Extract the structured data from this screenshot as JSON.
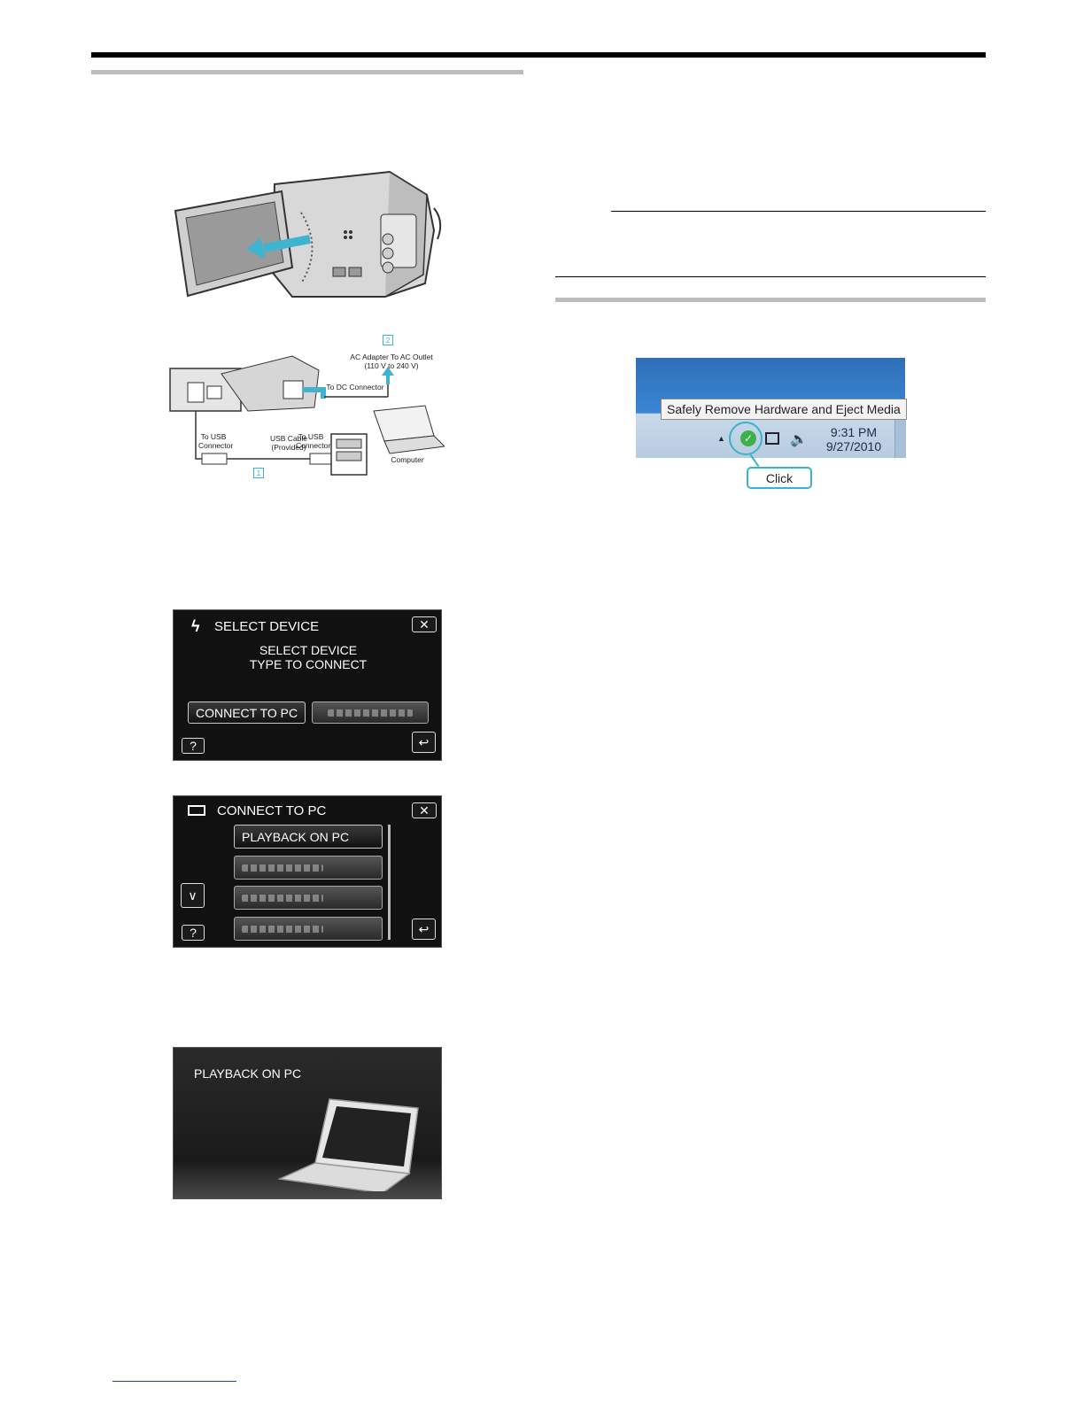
{
  "figures": {
    "connection": {
      "step1_marker": "1",
      "step2_marker": "2",
      "ac_adapter": "AC Adapter To AC Outlet (110 V to 240 V)",
      "dc_connector": "To DC Connector",
      "usb_connector_cam": "To USB Connector",
      "usb_cable": "USB Cable (Provided)",
      "usb_connector_pc": "To USB Connector",
      "computer": "Computer"
    },
    "select_device": {
      "title": "SELECT DEVICE",
      "message_line1": "SELECT DEVICE",
      "message_line2": "TYPE TO CONNECT",
      "connect_button": "CONNECT TO PC",
      "close_icon": "close-icon",
      "help_label": "?"
    },
    "connect_to_pc": {
      "title": "CONNECT TO PC",
      "items": [
        "PLAYBACK ON PC"
      ],
      "help_label": "?"
    },
    "playback": {
      "title": "PLAYBACK ON PC"
    },
    "taskbar": {
      "tooltip": "Safely Remove Hardware and Eject Media",
      "time": "9:31 PM",
      "date": "9/27/2010",
      "click_label": "Click"
    }
  }
}
